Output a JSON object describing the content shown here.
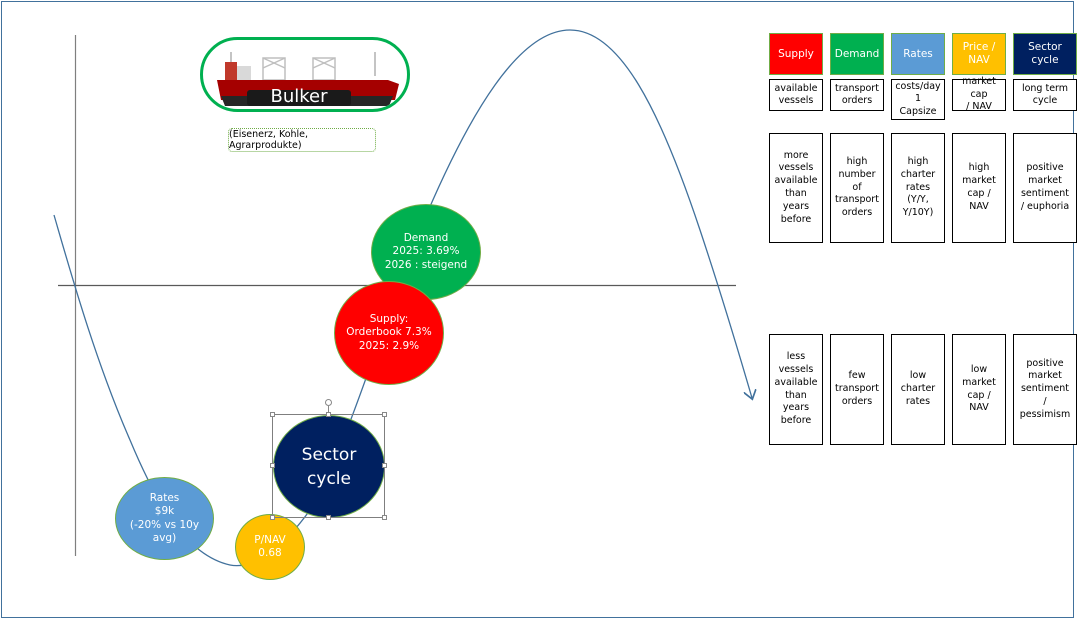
{
  "diagram": {
    "title_badge": {
      "label": "Bulker",
      "icon": "bulk-carrier-ship-icon"
    },
    "cargo_note": "(Eisenerz, Kohle, Agrarprodukte)",
    "bubbles": {
      "demand": {
        "text": "Demand\n2025: 3.69%\n2026 : steigend",
        "color": "#00b050"
      },
      "supply": {
        "text": "Supply:\nOrderbook 7.3%\n2025: 2.9%",
        "color": "#ff0000"
      },
      "sector": {
        "text": "Sector\ncycle",
        "color": "#002060"
      },
      "rates": {
        "text": "Rates\n$9k\n(-20% vs 10y\navg)",
        "color": "#5b9bd5"
      },
      "pnav": {
        "text": "P/NAV\n0.68",
        "color": "#ffc000"
      }
    }
  },
  "legend": {
    "headers": [
      {
        "label": "Supply",
        "color": "#ff0000"
      },
      {
        "label": "Demand",
        "color": "#00b050"
      },
      {
        "label": "Rates",
        "color": "#5b9bd5"
      },
      {
        "label": "Price /\nNAV",
        "color": "#ffc000"
      },
      {
        "label": "Sector cycle",
        "color": "#002060"
      }
    ],
    "descriptions": [
      "available\nvessels",
      "transport\norders",
      "costs/day\n1\nCapsize",
      "market cap\n/ NAV",
      "long term\ncycle"
    ],
    "high_phase": [
      "more\nvessels\navailable\nthan\nyears\nbefore",
      "high\nnumber\nof\ntransport\norders",
      "high\ncharter\nrates\n(Y/Y,\nY/10Y)",
      "high\nmarket\ncap /\nNAV",
      "positive\nmarket\nsentiment\n/ euphoria"
    ],
    "low_phase": [
      "less\nvessels\navailable\nthan\nyears\nbefore",
      "few\ntransport\norders",
      "low\ncharter\nrates",
      "low\nmarket\ncap /\nNAV",
      "positive\nmarket\nsentiment\n/\npessimism"
    ]
  },
  "colors": {
    "curve": "#41719c",
    "axis": "#595959"
  }
}
